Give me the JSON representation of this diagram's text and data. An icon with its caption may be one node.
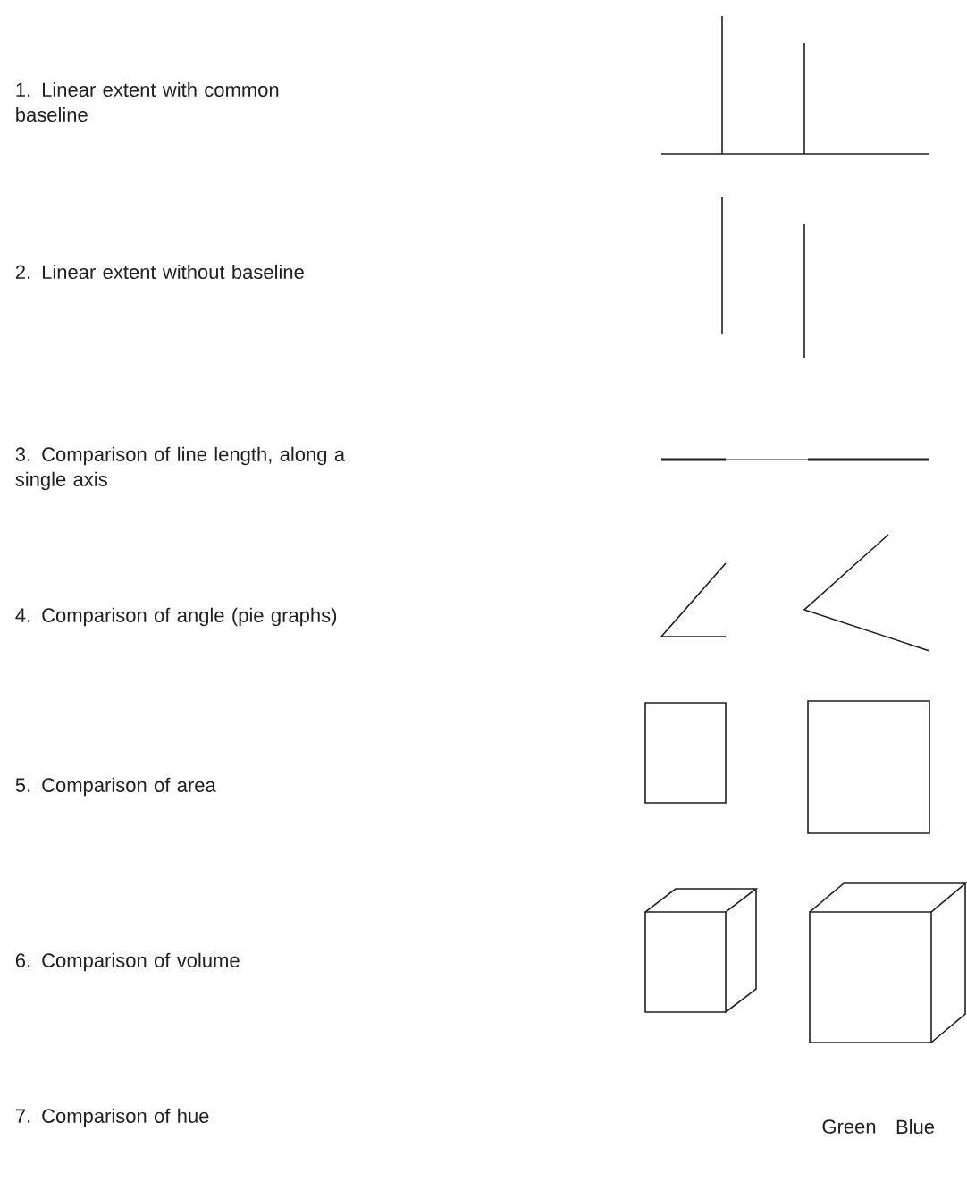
{
  "diagram": {
    "labels": [
      "1. Linear extent with common baseline",
      "2. Linear extent without baseline",
      "3. Comparison of line length, along a single axis",
      "4. Comparison of angle (pie graphs)",
      "5. Comparison of area",
      "6. Comparison of volume",
      "7. Comparison of hue",
      "Green",
      "Blue"
    ]
  }
}
